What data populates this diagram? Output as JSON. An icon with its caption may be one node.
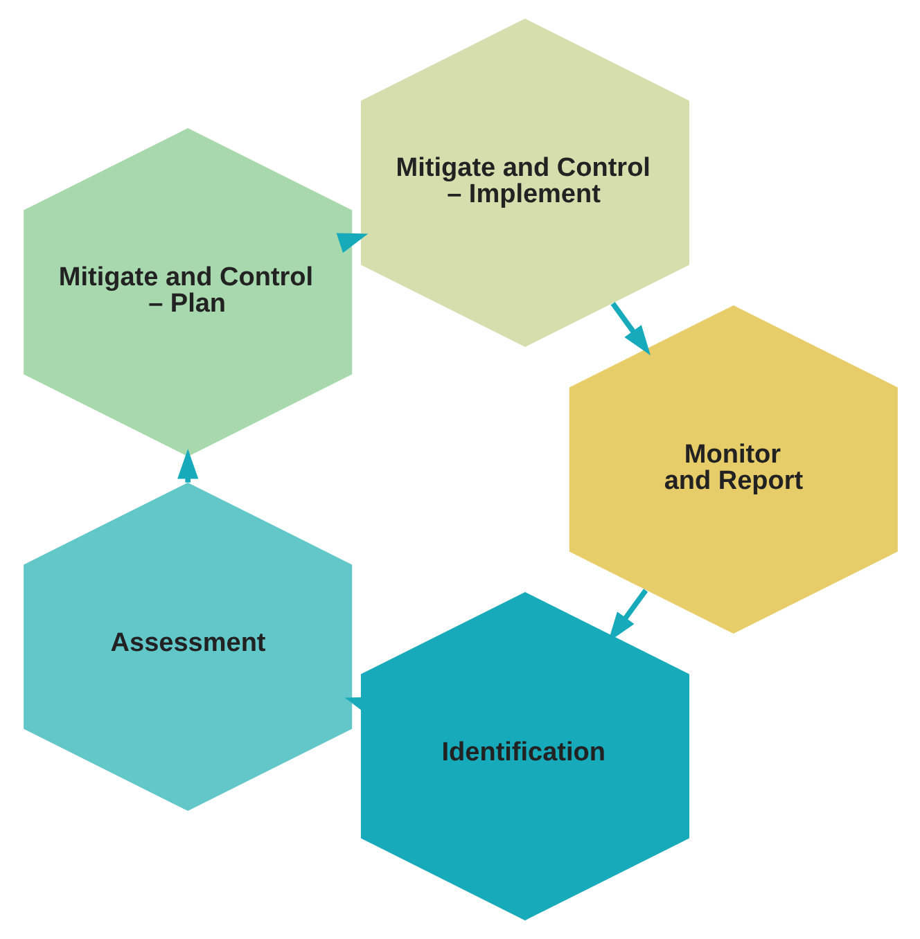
{
  "diagram": {
    "nodes": [
      {
        "text": [
          "Identification"
        ]
      },
      {
        "text": [
          "Assessment"
        ]
      },
      {
        "text": [
          "Mitigate and Control – Plan"
        ]
      },
      {
        "text": [
          "Mitigate and Control – Implement"
        ]
      },
      {
        "text": [
          "Monitor and Report"
        ]
      }
    ],
    "edges": [
      {
        "from": 0,
        "to": 1,
        "arrow": "to"
      },
      {
        "from": 1,
        "to": 2,
        "arrow": "to"
      },
      {
        "from": 2,
        "to": 3,
        "arrow": "to"
      },
      {
        "from": 3,
        "to": 4,
        "arrow": "to"
      },
      {
        "from": 4,
        "to": 0,
        "arrow": "to"
      }
    ]
  }
}
